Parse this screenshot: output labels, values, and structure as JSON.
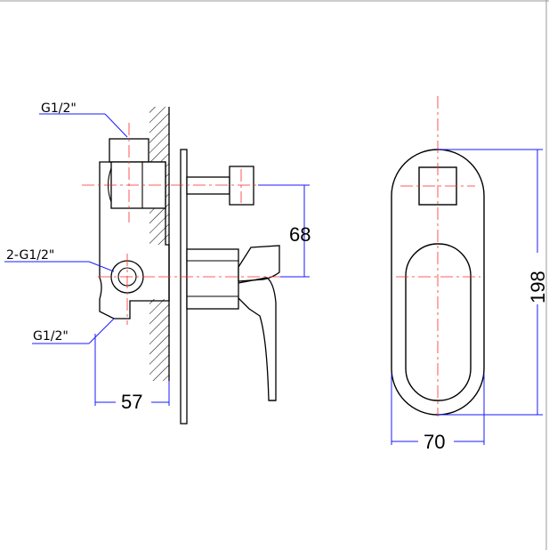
{
  "labels": {
    "inlet_top": "G1/2\"",
    "outlet_mid": "2-G1/2\"",
    "inlet_bottom": "G1/2\""
  },
  "dimensions": {
    "spacing": "68",
    "depth": "57",
    "height": "198",
    "width": "70"
  },
  "colors": {
    "outline": "#000000",
    "dimension_line": "#1a1aff",
    "center_line": "#ff2a2a",
    "background": "#ffffff"
  }
}
